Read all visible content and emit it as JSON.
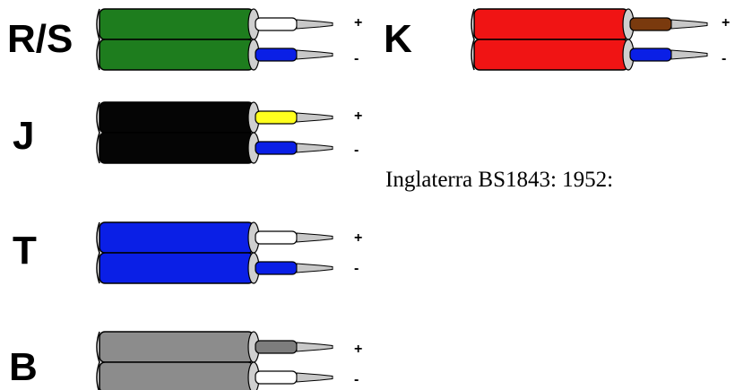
{
  "standard_label": "Inglaterra BS1843: 1952:",
  "cables": [
    {
      "id": "rs",
      "type_label": "R/S",
      "jacket_color": "#1e7d1e",
      "positive_color": "#ffffff",
      "negative_color": "#0a1fe6",
      "positive_sign": "+",
      "negative_sign": "-"
    },
    {
      "id": "k",
      "type_label": "K",
      "jacket_color": "#f01414",
      "positive_color": "#7a3a0e",
      "negative_color": "#0a1fe6",
      "positive_sign": "+",
      "negative_sign": "-"
    },
    {
      "id": "j",
      "type_label": "J",
      "jacket_color": "#050505",
      "positive_color": "#ffff1e",
      "negative_color": "#0a1fe6",
      "positive_sign": "+",
      "negative_sign": "-"
    },
    {
      "id": "t",
      "type_label": "T",
      "jacket_color": "#0a1fe6",
      "positive_color": "#ffffff",
      "negative_color": "#0a1fe6",
      "positive_sign": "+",
      "negative_sign": "-"
    },
    {
      "id": "b",
      "type_label": "B",
      "jacket_color": "#8c8c8c",
      "positive_color": "#7d7d7d",
      "negative_color": "#ffffff",
      "positive_sign": "+",
      "negative_sign": "-"
    }
  ]
}
